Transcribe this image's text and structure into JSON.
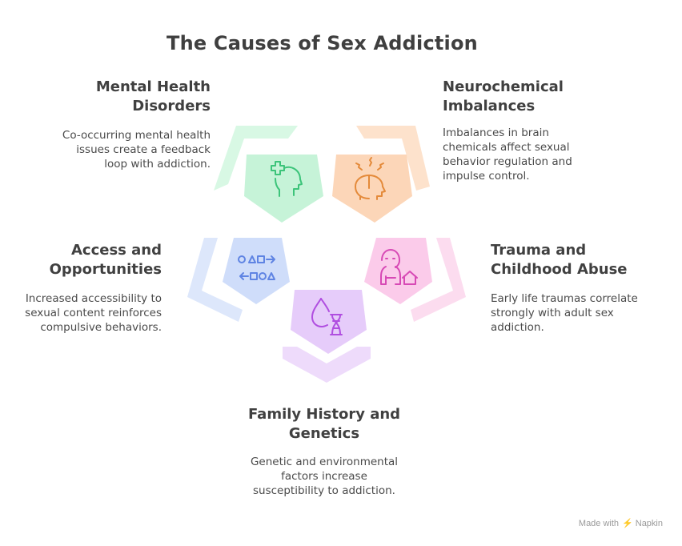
{
  "title": "The Causes of Sex Addiction",
  "items": [
    {
      "heading_line1": "Mental Health",
      "heading_line2": "Disorders",
      "desc_lines": [
        "Co-occurring mental health",
        "issues create a feedback",
        "loop with addiction."
      ],
      "color": "#7fe0a6",
      "icon": "mental-health-head-icon"
    },
    {
      "heading_line1": "Neurochemical",
      "heading_line2": "Imbalances",
      "desc_lines": [
        "Imbalances in brain",
        "chemicals affect sexual",
        "behavior regulation and",
        "impulse control."
      ],
      "color": "#f5a35c",
      "icon": "brain-stress-icon"
    },
    {
      "heading_line1": "Trauma and",
      "heading_line2": "Childhood Abuse",
      "desc_lines": [
        "Early life traumas correlate",
        "strongly with adult sex",
        "addiction."
      ],
      "color": "#e65cc0",
      "icon": "child-house-icon"
    },
    {
      "heading_line1": "Family History and",
      "heading_line2": "Genetics",
      "desc_lines": [
        "Genetic and environmental",
        "factors increase",
        "susceptibility to addiction."
      ],
      "color": "#c06ae8",
      "icon": "dna-drop-icon"
    },
    {
      "heading_line1": "Access and",
      "heading_line2": "Opportunities",
      "desc_lines": [
        "Increased accessibility to",
        "sexual content reinforces",
        "compulsive behaviors."
      ],
      "color": "#6a8fe8",
      "icon": "shapes-arrows-icon"
    }
  ],
  "watermark": {
    "prefix": "Made with",
    "brand": "Napkin"
  }
}
